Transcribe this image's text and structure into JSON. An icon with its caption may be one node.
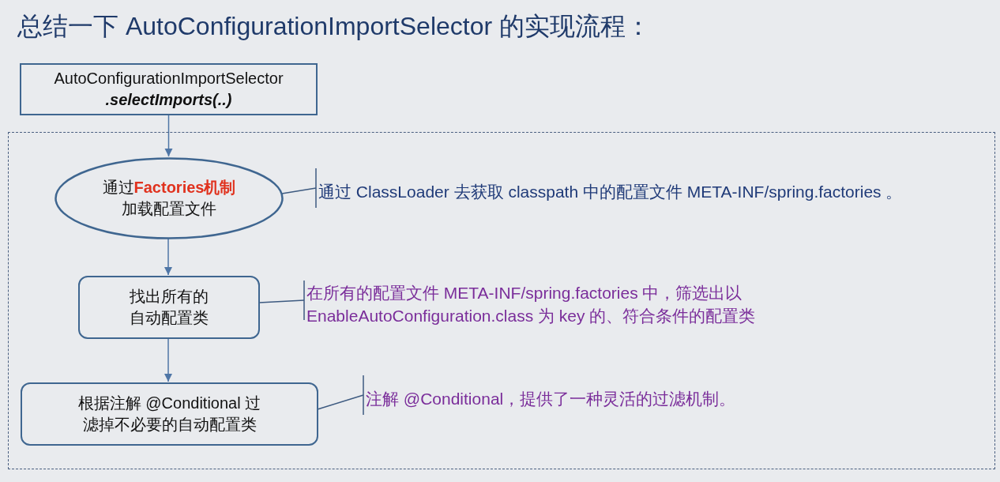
{
  "diagram": {
    "title": "总结一下 AutoConfigurationImportSelector 的实现流程：",
    "nodes": [
      {
        "text": [
          "AutoConfigurationImportSelector **.selectImports(..)**"
        ]
      },
      {
        "text": [],
        "shape": "box"
      },
      {
        "text": [
          "通过**Factories机制**加载配置文件"
        ],
        "in": 1
      },
      {
        "text": [
          "通过 ClassLoader 去获取 classpath 中的配置文件 META-INF/spring.factories 。"
        ],
        "in": 1
      },
      {
        "text": [
          "找出所有的自动配置类"
        ],
        "in": 1
      },
      {
        "text": [
          "在所有的配置文件 META-INF/spring.factories 中，筛选出以 EnableAutoConfiguration.class 为 key 的、符合条件的配置类"
        ],
        "in": 1
      },
      {
        "text": [
          "根据注解 @Conditional 过滤掉不必要的自动配置类"
        ],
        "in": 1
      },
      {
        "text": [
          "注解 @Conditional，提供了一种灵活的过滤机制。"
        ],
        "in": 1
      }
    ],
    "edges": [
      {
        "from": 0,
        "to": 2,
        "arrow": "to"
      },
      {
        "from": 2,
        "to": 4,
        "arrow": "to"
      },
      {
        "from": 4,
        "to": 6,
        "arrow": "to"
      },
      {
        "from": 2,
        "to": 3,
        "arrow": "other"
      },
      {
        "from": 4,
        "to": 5,
        "arrow": "other"
      },
      {
        "from": 6,
        "to": 7,
        "arrow": "other"
      }
    ]
  }
}
